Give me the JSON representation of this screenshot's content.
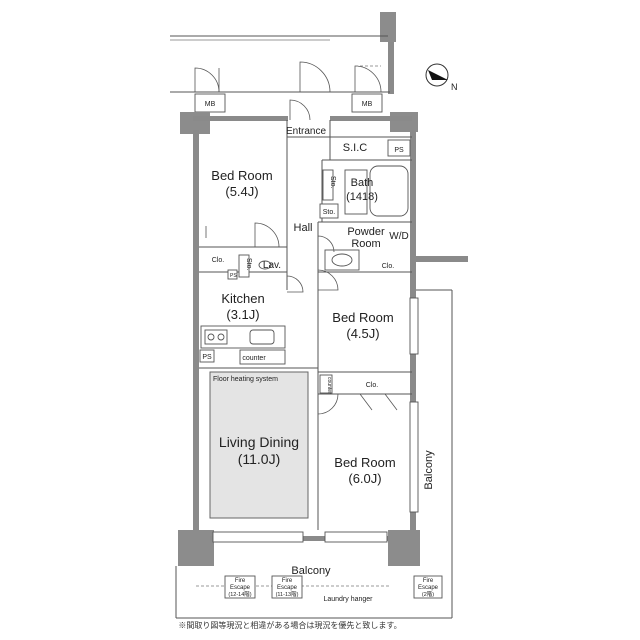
{
  "rooms": {
    "bedroom1": {
      "name": "Bed Room",
      "size": "(5.4J)"
    },
    "bedroom2": {
      "name": "Bed Room",
      "size": "(4.5J)"
    },
    "bedroom3": {
      "name": "Bed Room",
      "size": "(6.0J)"
    },
    "kitchen": {
      "name": "Kitchen",
      "size": "(3.1J)"
    },
    "living": {
      "name": "Living Dining",
      "size": "(11.0J)"
    },
    "bath": {
      "name": "Bath",
      "size": "(1418)"
    }
  },
  "labels": {
    "entrance": "Entrance",
    "sic": "S.I.C",
    "ps_top": "PS",
    "ps_kitchen": "PS",
    "ps_small": "PS",
    "mb_left": "MB",
    "mb_right": "MB",
    "hall": "Hall",
    "powder_room_line1": "Powder",
    "powder_room_line2": "Room",
    "wd": "W/D",
    "lav": "Lav.",
    "clo_1": "Clo.",
    "clo_2": "Clo.",
    "clo_3": "Clo.",
    "sto_1": "Sto.",
    "sto_2": "Sto.",
    "sto_3": "Sto.",
    "counter": "counter",
    "counter_small": "counter",
    "floor_heating": "Floor heating system",
    "balcony_bottom": "Balcony",
    "balcony_right": "Balcony",
    "laundry_hanger": "Laundry hanger",
    "fire_escape_1_line1": "Fire",
    "fire_escape_1_line2": "Escape",
    "fire_escape_1_line3": "(12-14階)",
    "fire_escape_2_line1": "Fire",
    "fire_escape_2_line2": "Escape",
    "fire_escape_2_line3": "(11-13階)",
    "fire_escape_3_line1": "Fire",
    "fire_escape_3_line2": "Escape",
    "fire_escape_3_line3": "(2階)",
    "footer_note": "※間取り図等現況と相違がある場合は現況を優先と致します。"
  },
  "compass": {
    "letter": "N"
  },
  "colors": {
    "wall": "#8a8a8a",
    "floor_heating": "#e4e4e4",
    "line": "#555555"
  }
}
